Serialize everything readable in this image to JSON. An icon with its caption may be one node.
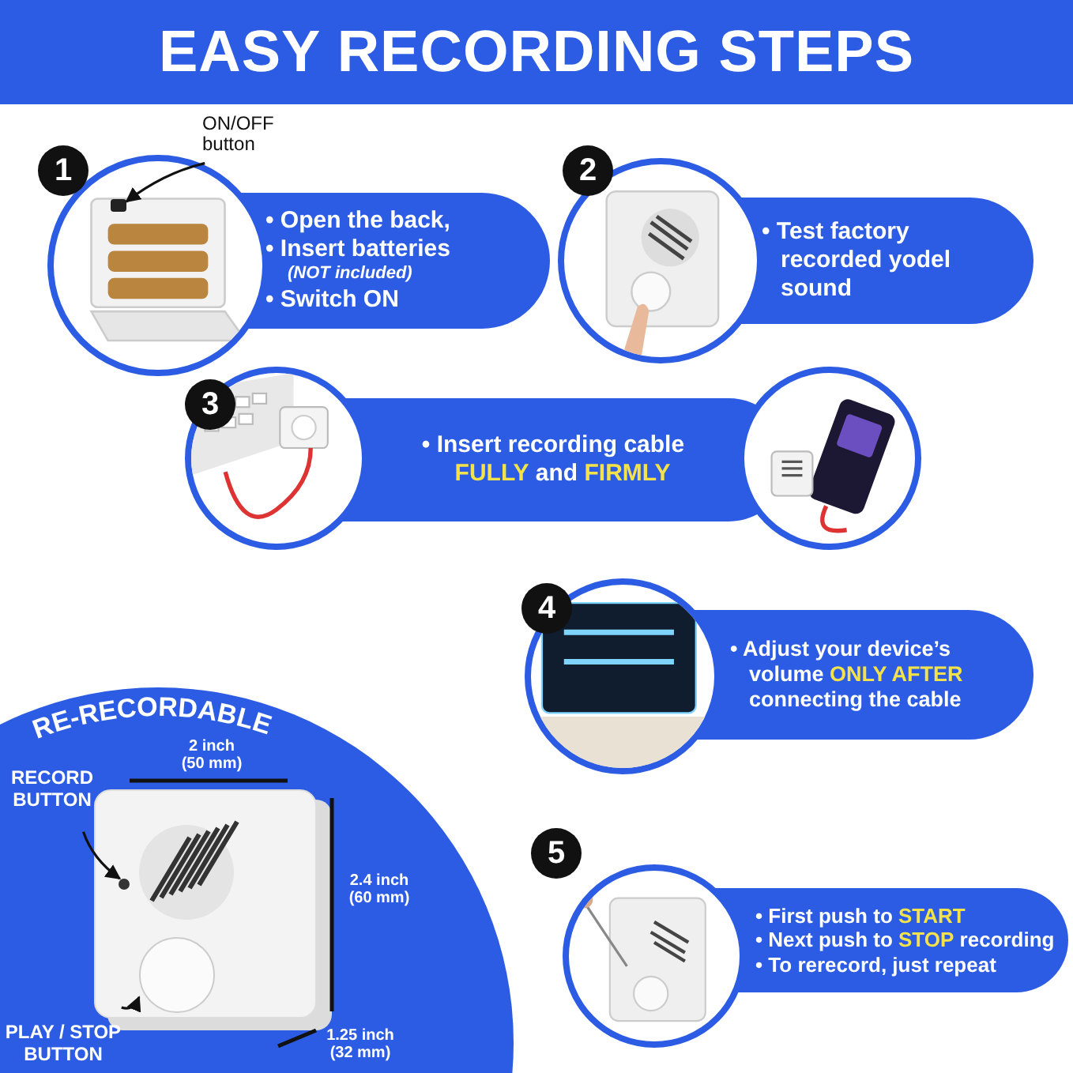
{
  "diagram": {
    "title": "EASY RECORDING STEPS",
    "nodes": [
      {
        "text": [
          "1",
          "• Open the back,",
          "• Insert batteries *(NOT included)*",
          "• Switch ON"
        ]
      },
      {
        "text": [
          "ON/OFF button"
        ]
      },
      {
        "text": [],
        "shape": "box",
        "in": 0
      },
      {
        "text": [
          "2",
          "• Test factory recorded yodel sound"
        ]
      },
      {
        "text": [
          "3",
          "• Insert recording cable **FULLY** and **FIRMLY**"
        ]
      },
      {
        "text": [
          "4",
          "• Adjust your device’s volume **ONLY AFTER** connecting the cable"
        ]
      },
      {
        "text": [
          "5",
          "• First push to **START**",
          "• Next push to **STOP** recording",
          "• To rerecord, just repeat"
        ]
      },
      {
        "text": [
          "RE-RECORDABLE"
        ]
      },
      {
        "text": [
          "RECORD BUTTON"
        ],
        "in": 7
      },
      {
        "text": [],
        "shape": "circle",
        "in": 7
      },
      {
        "text": [
          "PLAY / STOP BUTTON"
        ],
        "in": 7
      },
      {
        "text": [],
        "shape": "circle",
        "in": 7
      }
    ],
    "edges": [
      {
        "from": 1,
        "to": 2,
        "arrow": "to"
      },
      {
        "from": 8,
        "to": 9,
        "arrow": "to"
      },
      {
        "from": 10,
        "to": 11,
        "arrow": "to"
      }
    ],
    "labels": [
      "2 inch (50 mm)",
      "2.4 inch (60 mm)",
      "1.25 inch (32 mm)"
    ]
  }
}
